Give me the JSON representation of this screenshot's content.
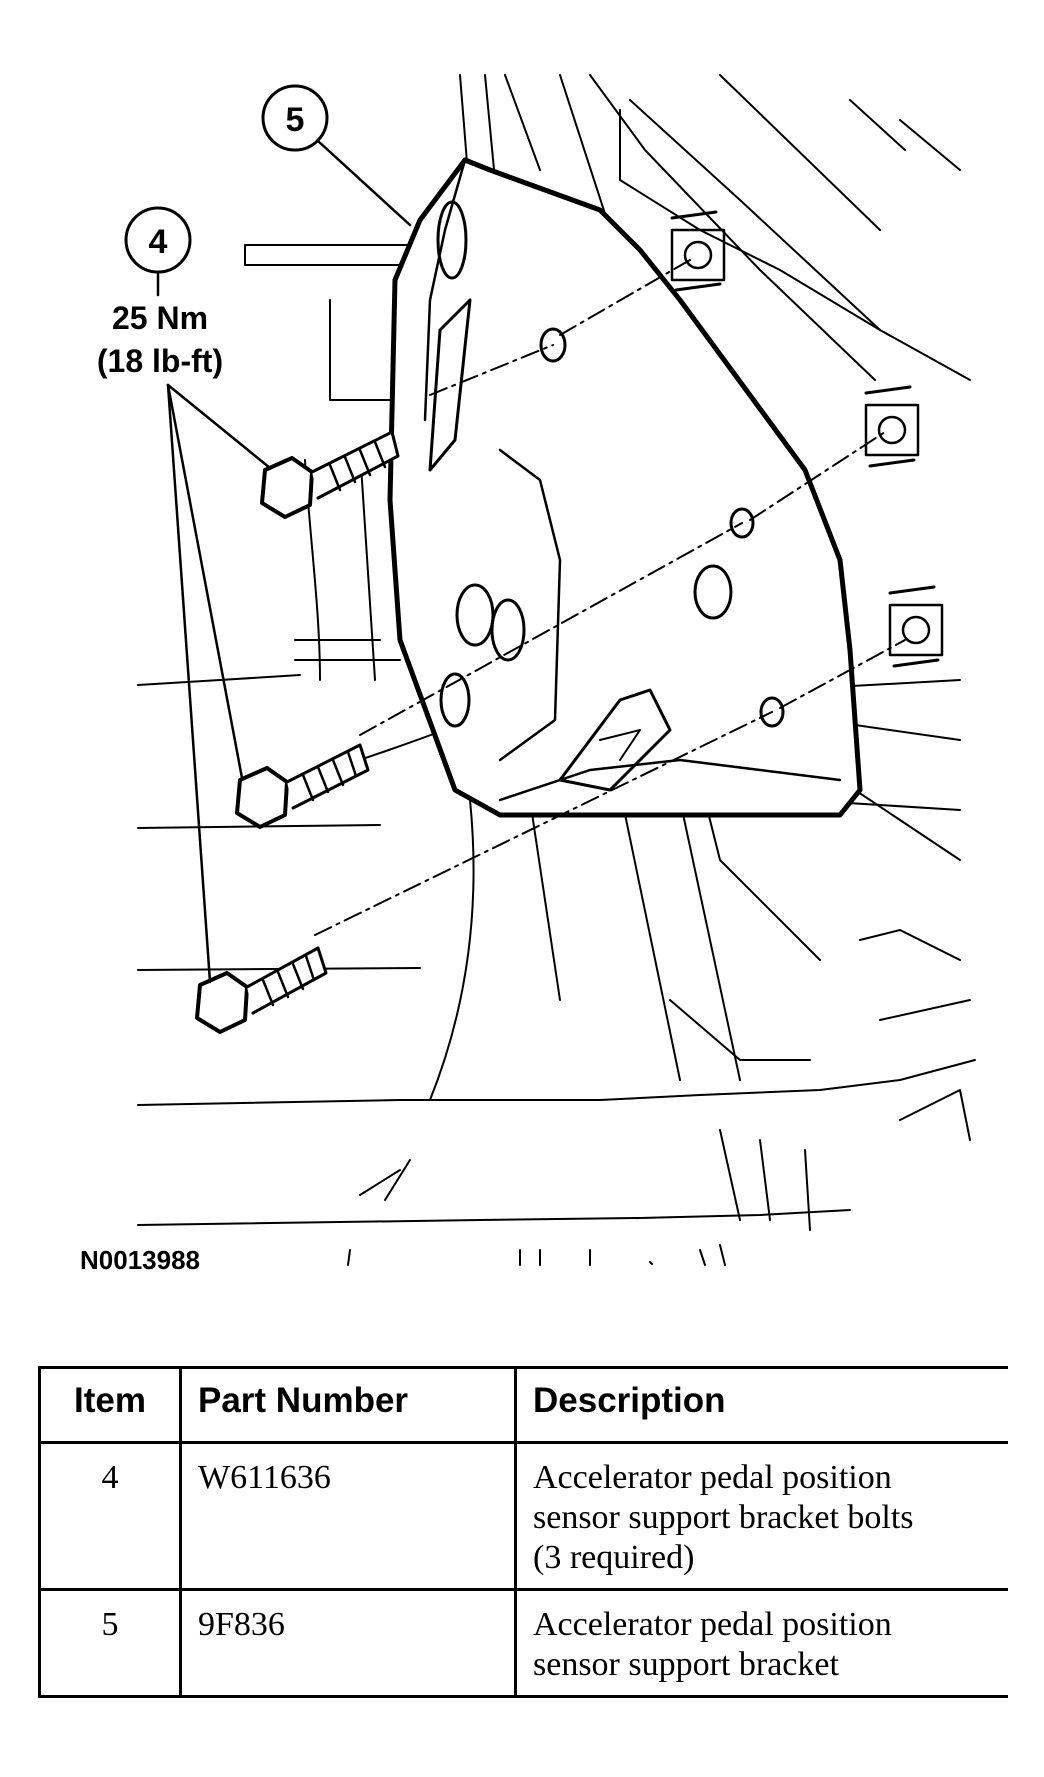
{
  "callouts": {
    "item4": "4",
    "item5": "5",
    "torque_nm": "25 Nm",
    "torque_lbft": "(18 lb-ft)"
  },
  "figure_id": "N0013988",
  "table": {
    "headers": {
      "item": "Item",
      "part_number": "Part Number",
      "description": "Description"
    },
    "rows": [
      {
        "item": "4",
        "part_number": "W611636",
        "description": [
          "Accelerator pedal position",
          "sensor support bracket bolts",
          "(3 required)"
        ]
      },
      {
        "item": "5",
        "part_number": "9F836",
        "description": [
          "Accelerator pedal position",
          "sensor support bracket"
        ]
      }
    ]
  }
}
